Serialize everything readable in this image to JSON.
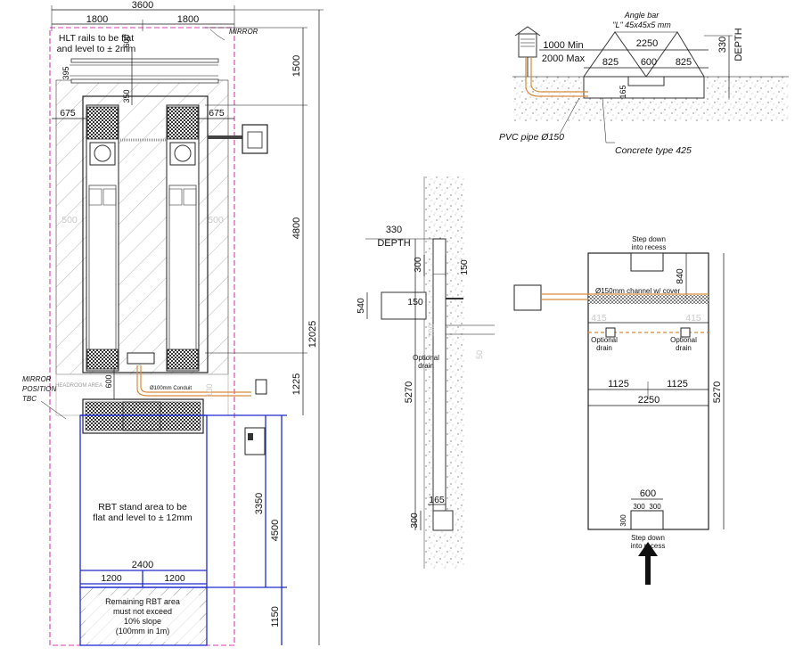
{
  "left_plan": {
    "dims_top": [
      "3600",
      "1800",
      "1800"
    ],
    "hlt_note_line1": "HLT rails to be flat",
    "hlt_note_line2": "and level to ± 2mm",
    "mirror_top": "MIRROR",
    "dim_395": "395",
    "dim_600_top": "600",
    "dim_350": "350",
    "dim_675_left": "675",
    "dim_675_right": "675",
    "dim_500_left": "500",
    "dim_500_right": "500",
    "dim_1500": "1500",
    "dim_4800": "4800",
    "dim_12025": "12025",
    "dim_1225": "1225",
    "dim_600_mid": "600",
    "headroom_label": "HEADROOM AREA",
    "conduit_label": "Ø100mm Conduit",
    "mirror_position_line1": "MIRROR",
    "mirror_position_line2": "POSITION",
    "mirror_position_line3": "TBC",
    "rbt_note_line1": "RBT stand area to be",
    "rbt_note_line2": "flat and level to ± 12mm",
    "dim_2400": "2400",
    "dim_1200_a": "1200",
    "dim_1200_b": "1200",
    "dim_3350": "3350",
    "dim_4500": "4500",
    "dim_1150": "1150",
    "remaining_line1": "Remaining RBT area",
    "remaining_line2": "must not exceed",
    "remaining_line3": "10% slope",
    "remaining_line4": "(100mm in 1m)"
  },
  "top_right_section": {
    "angle_bar_line1": "Angle bar",
    "angle_bar_line2": "\"L\" 45x45x5 mm",
    "dim_1000_min": "1000 Min",
    "dim_2000_max": "2000 Max",
    "dim_2250": "2250",
    "dim_825_left": "825",
    "dim_600": "600",
    "dim_825_right": "825",
    "dim_330": "330",
    "depth_label": "DEPTH",
    "dim_165": "165",
    "pvc_label": "PVC pipe Ø150",
    "concrete_label": "Concrete type 425"
  },
  "mid_section": {
    "dim_330": "330",
    "depth_label": "DEPTH",
    "dim_300_top": "300",
    "dim_150_top": "150",
    "dim_540": "540",
    "dim_150_mid": "150",
    "dim_100": "100",
    "dim_50": "50",
    "optional_drain_line1": "Optional",
    "optional_drain_line2": "drain",
    "dim_5270": "5270",
    "dim_165": "165",
    "dim_300_bottom": "300"
  },
  "right_plan": {
    "step_down_top_line1": "Step down",
    "step_down_top_line2": "into recess",
    "dim_840": "840",
    "channel_label": "Ø150mm channel w/ cover",
    "dim_415_left": "415",
    "dim_415_right": "415",
    "drain_left_line1": "Optional",
    "drain_left_line2": "drain",
    "drain_right_line1": "Optional",
    "drain_right_line2": "drain",
    "dim_1125_left": "1125",
    "dim_1125_right": "1125",
    "dim_2250": "2250",
    "dim_5270": "5270",
    "dim_600": "600",
    "dim_300_a": "300",
    "dim_300_b": "300",
    "dim_300_left": "300",
    "step_down_bottom_line1": "Step down",
    "step_down_bottom_line2": "into recess"
  }
}
